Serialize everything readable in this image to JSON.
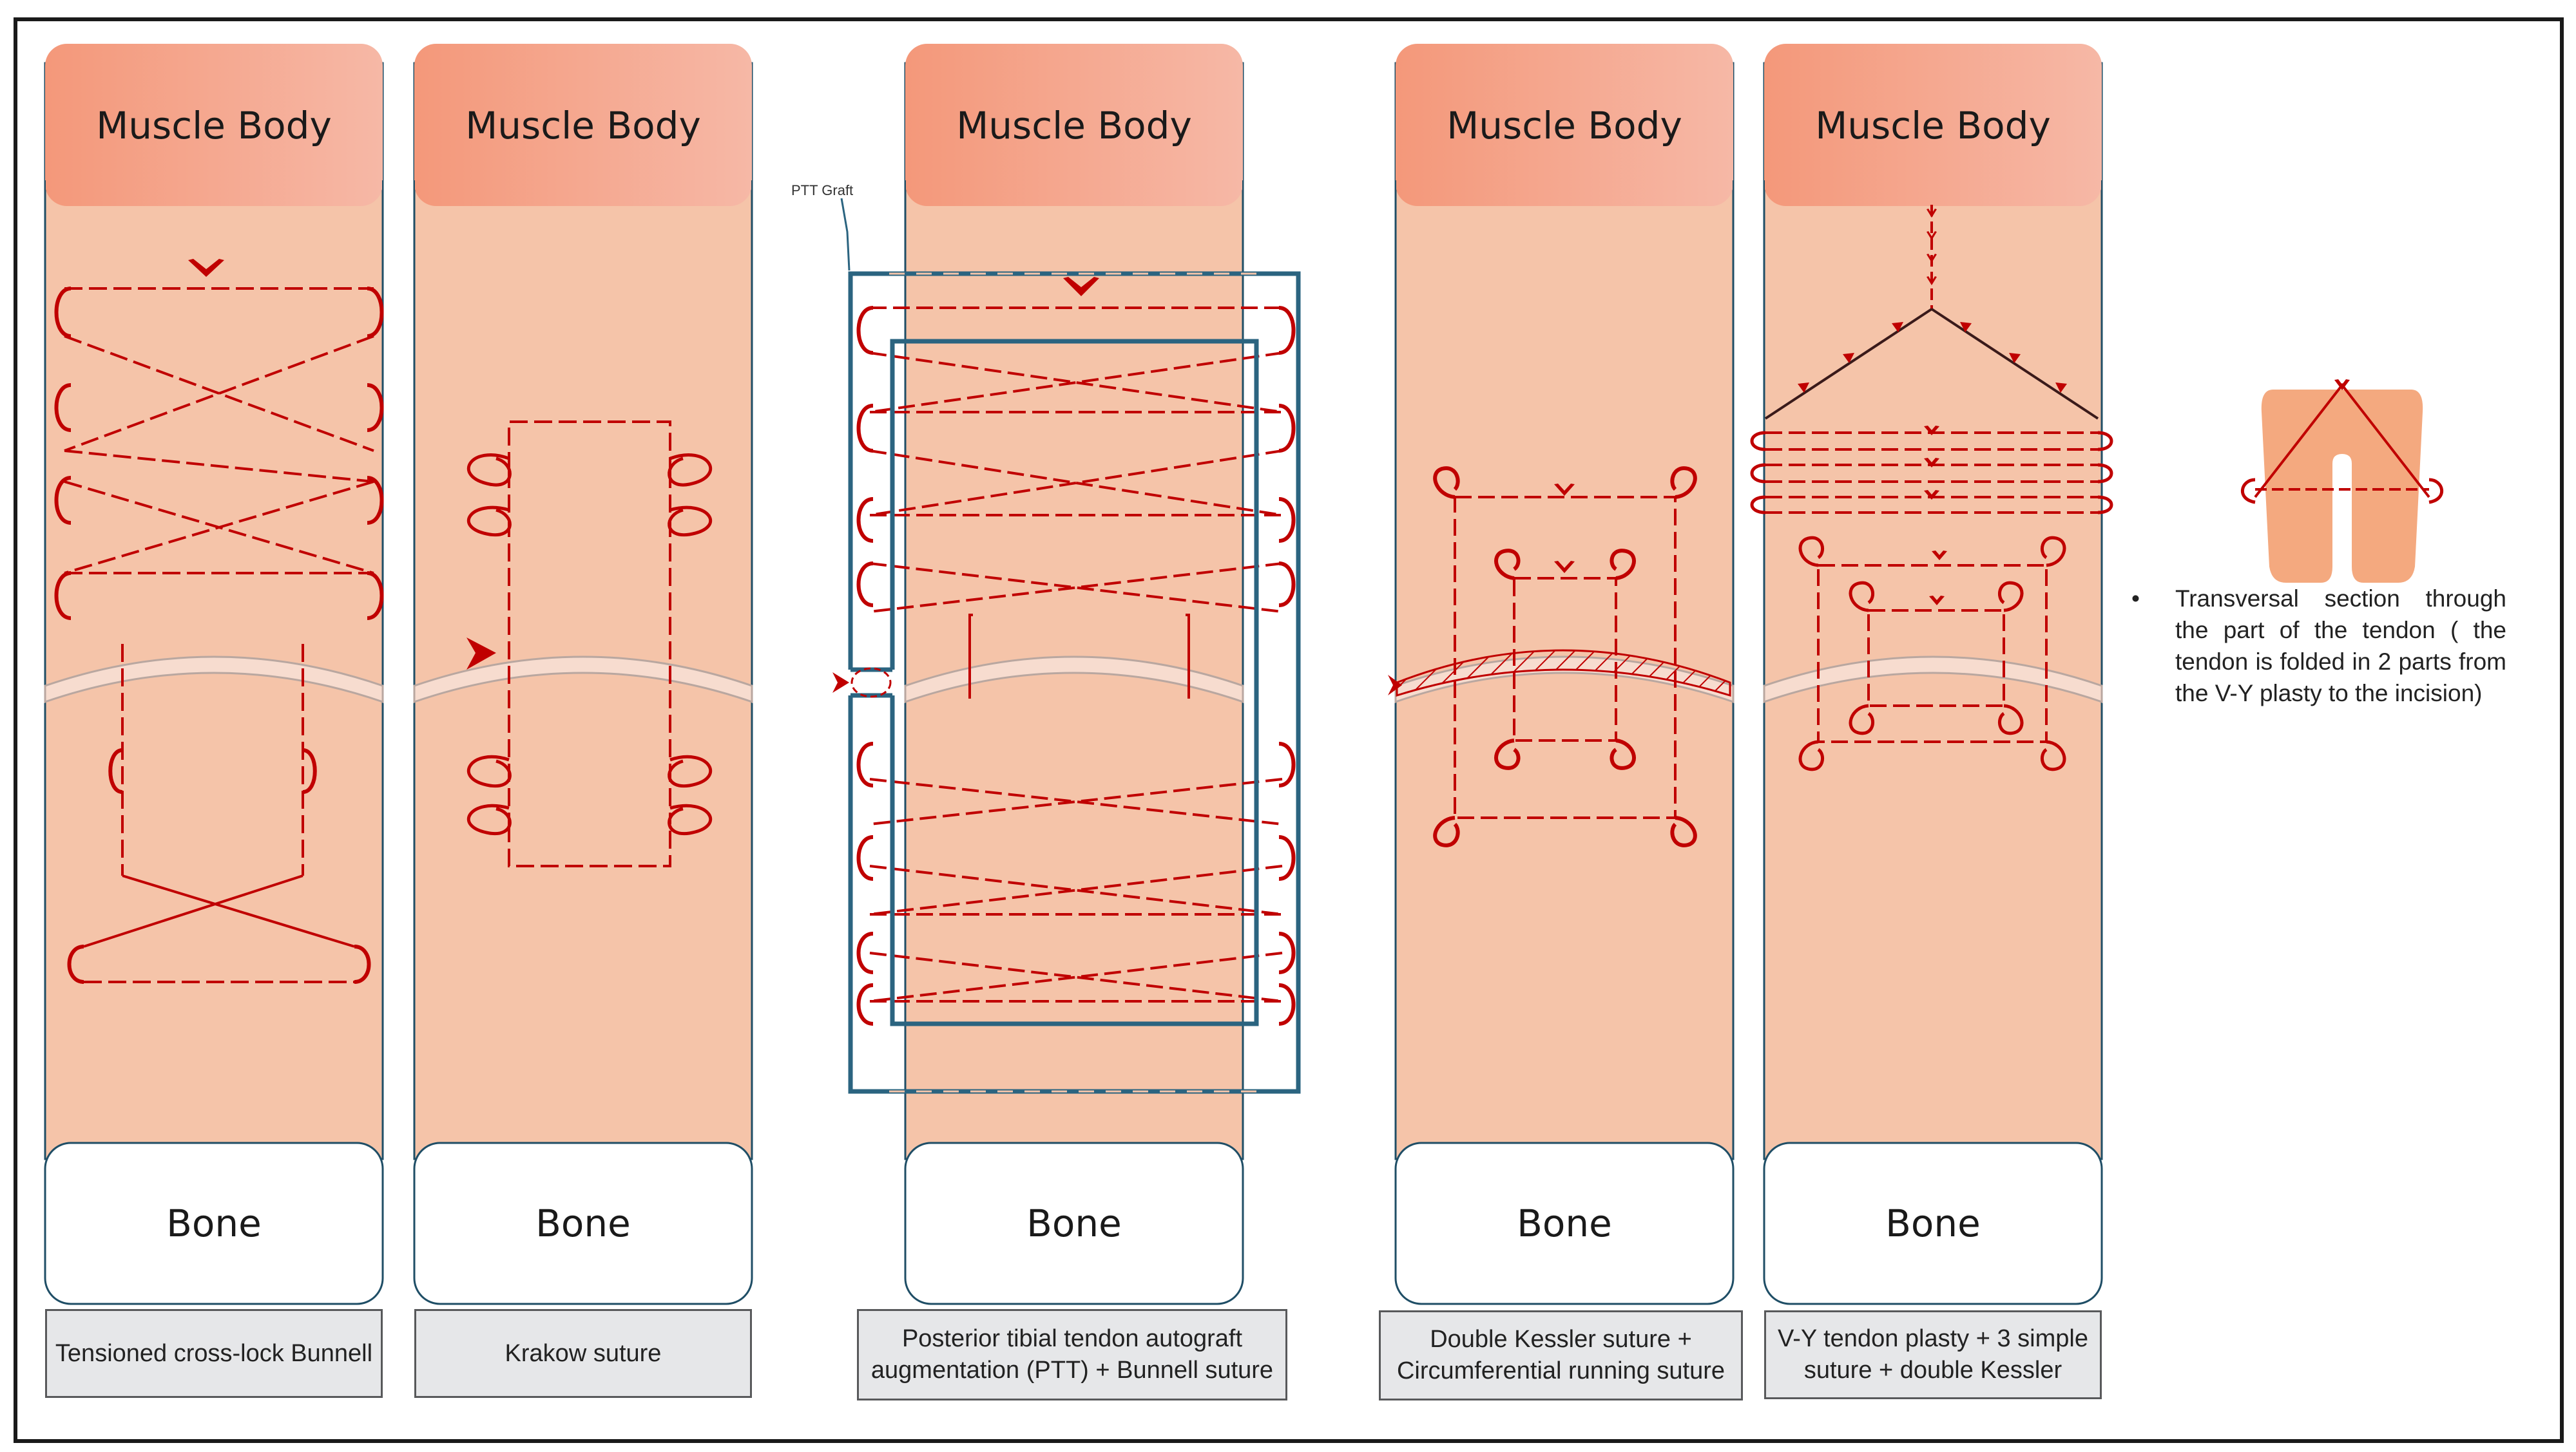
{
  "panels": [
    {
      "header": "Muscle Body",
      "bone": "Bone",
      "caption": "Tensioned cross-lock Bunnell"
    },
    {
      "header": "Muscle Body",
      "bone": "Bone",
      "caption": "Krakow suture"
    },
    {
      "header": "Muscle Body",
      "bone": "Bone",
      "caption": "Posterior tibial tendon autograft augmentation (PTT) + Bunnell suture"
    },
    {
      "header": "Muscle Body",
      "bone": "Bone",
      "caption": "Double Kessler suture + Circumferential running suture"
    },
    {
      "header": "Muscle Body",
      "bone": "Bone",
      "caption": "V-Y tendon plasty + 3 simple suture + double Kessler"
    }
  ],
  "graft_label": "PTT Graft",
  "note": {
    "bullet": "•",
    "text": "Transversal section through the part of the tendon ( the tendon is folded in 2 parts from the V-Y plasty to the incision)"
  },
  "colors": {
    "tendon": "#f5c4a9",
    "header_gradient_start": "#f4987a",
    "header_gradient_end": "#f6b5a2",
    "suture": "#c00000",
    "graft": "#2b6480",
    "outline": "#1f4e66",
    "section": "#f4a97f"
  }
}
